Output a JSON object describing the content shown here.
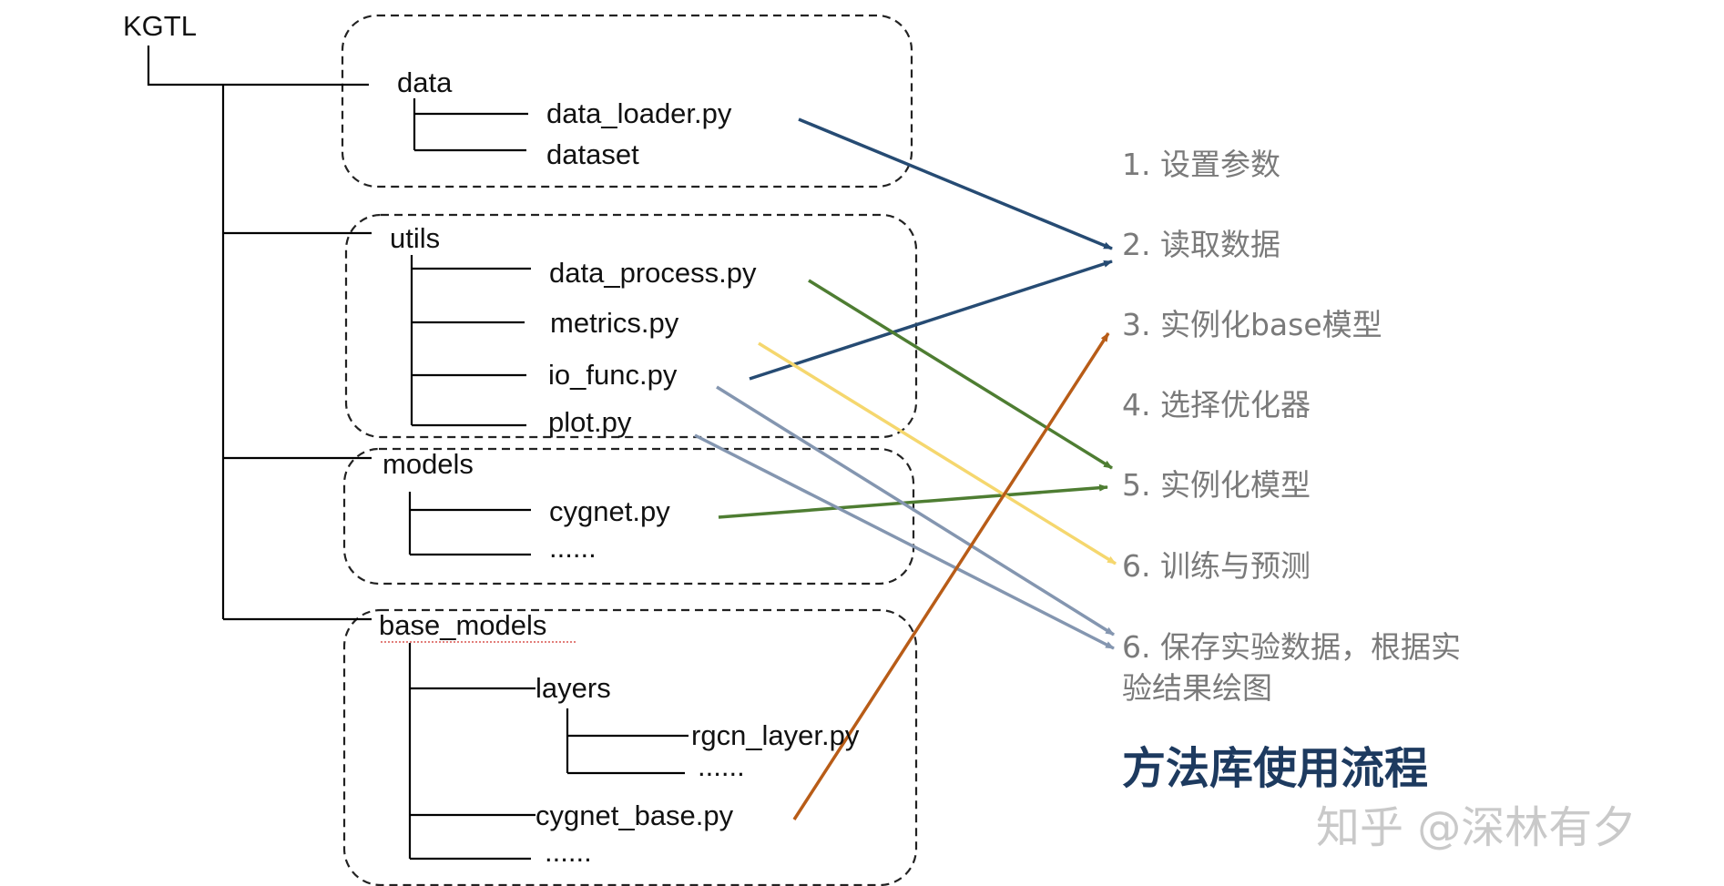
{
  "tree": {
    "root": "KGTL",
    "folders": {
      "data": "data",
      "utils": "utils",
      "models": "models",
      "base_models": "base_models",
      "layers": "layers"
    },
    "files": {
      "data_loader": "data_loader.py",
      "dataset": "dataset",
      "data_process": "data_process.py",
      "metrics": "metrics.py",
      "io_func": "io_func.py",
      "plot": "plot.py",
      "cygnet": "cygnet.py",
      "models_more": "......",
      "rgcn_layer": "rgcn_layer.py",
      "layers_more": "......",
      "cygnet_base": "cygnet_base.py",
      "base_more": "......"
    }
  },
  "steps": {
    "s1": "1. 设置参数",
    "s2": "2. 读取数据",
    "s3": "3. 实例化base模型",
    "s4": "4. 选择优化器",
    "s5": "5. 实例化模型",
    "s6": "6. 训练与预测",
    "s7_line1": "6. 保存实验数据，根据实",
    "s7_line2": "验结果绘图"
  },
  "title": "方法库使用流程",
  "watermark": "知乎 @深林有夕",
  "colors": {
    "dark_blue": "#264b73",
    "green": "#4e7d32",
    "yellow": "#f5d76e",
    "gray_blue": "#8496b0",
    "orange": "#b85c17"
  },
  "links": [
    {
      "from": "data_loader.py",
      "to": "2. 读取数据",
      "color": "dark_blue"
    },
    {
      "from": "io_func.py",
      "to": "2. 读取数据",
      "color": "dark_blue"
    },
    {
      "from": "data_process.py",
      "to": "5. 实例化模型",
      "color": "green"
    },
    {
      "from": "cygnet.py",
      "to": "5. 实例化模型",
      "color": "green"
    },
    {
      "from": "metrics.py",
      "to": "6. 训练与预测",
      "color": "yellow"
    },
    {
      "from": "io_func.py",
      "to": "6. 保存实验数据，根据实验结果绘图",
      "color": "gray_blue"
    },
    {
      "from": "plot.py",
      "to": "6. 保存实验数据，根据实验结果绘图",
      "color": "gray_blue"
    },
    {
      "from": "cygnet_base.py",
      "to": "3. 实例化base模型",
      "color": "orange"
    }
  ]
}
